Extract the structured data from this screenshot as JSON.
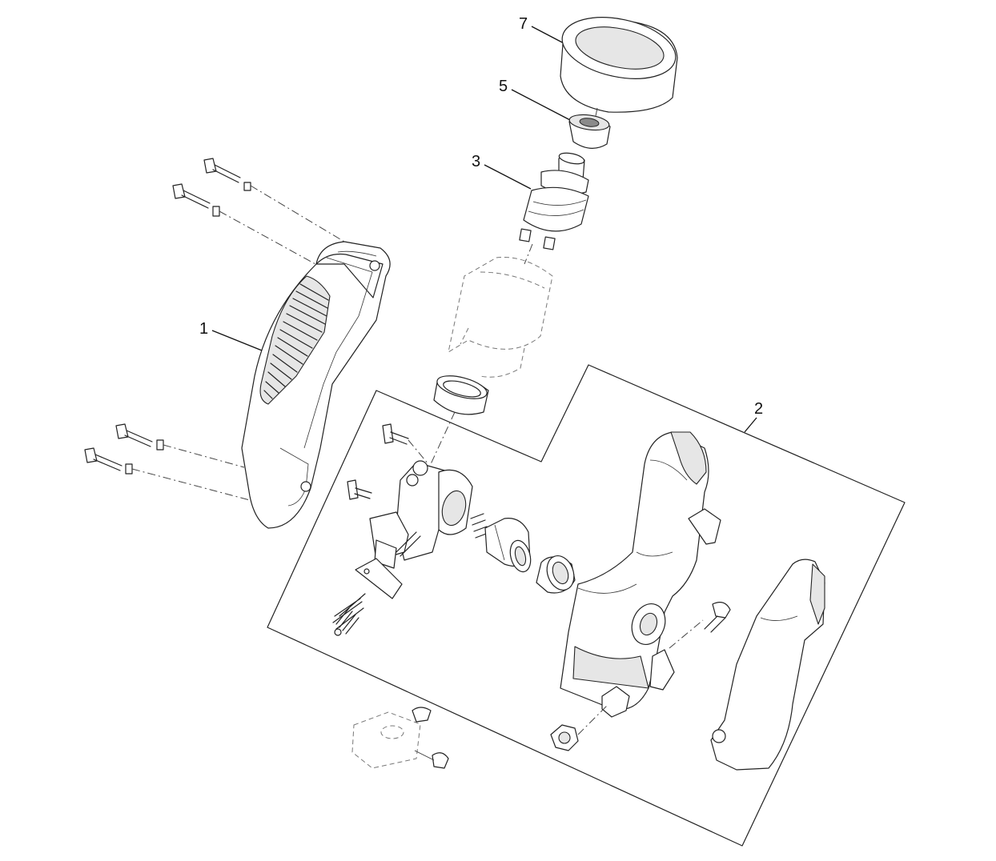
{
  "diagram": {
    "callouts": [
      {
        "id": "part-1",
        "label": "1"
      },
      {
        "id": "part-2",
        "label": "2"
      },
      {
        "id": "part-3",
        "label": "3"
      },
      {
        "id": "part-5",
        "label": "5"
      },
      {
        "id": "part-7",
        "label": "7"
      }
    ]
  }
}
